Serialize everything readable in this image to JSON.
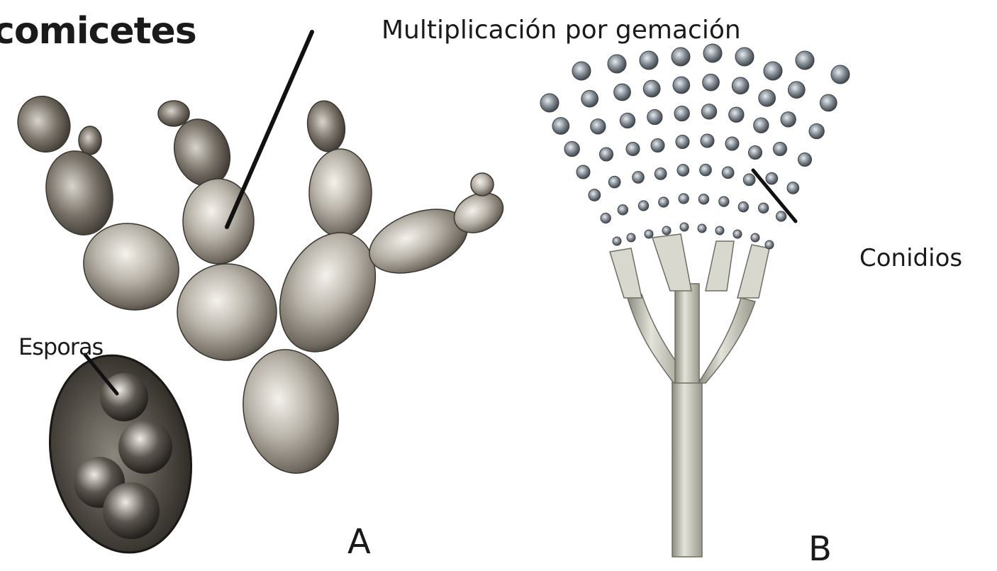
{
  "title": "comicetes",
  "labels": {
    "budding": "Multiplicación por gemación",
    "conidia": "Conidios",
    "spores": "Esporas",
    "panel_a": "A",
    "panel_b": "B"
  },
  "colors": {
    "ink": "#1a1a1a",
    "cell_dark": "#5f5a52",
    "cell_light": "#e9e6df",
    "conidia": "#8a9098",
    "conidiophore": "#c9c8bd"
  }
}
